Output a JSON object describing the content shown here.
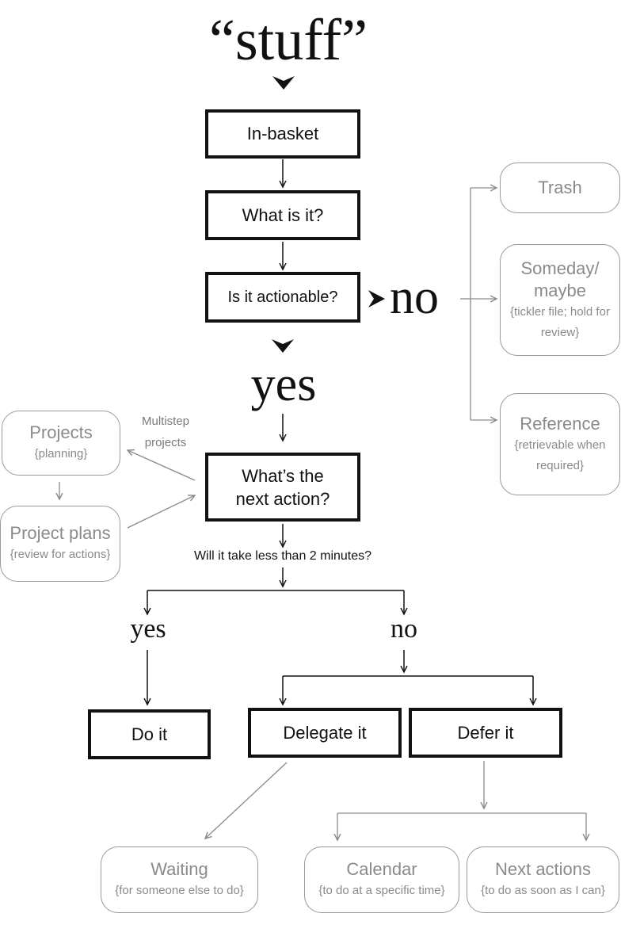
{
  "title": "“stuff”",
  "in_basket": "In-basket",
  "what_is_it": "What is it?",
  "is_actionable": "Is it actionable?",
  "no_word": "no",
  "yes_word": "yes",
  "nonactionable": {
    "trash": {
      "title": "Trash"
    },
    "someday": {
      "title": "Someday/ maybe",
      "sub": "{tickler file; hold for review}"
    },
    "reference": {
      "title": "Reference",
      "sub": "{retrievable when required}"
    }
  },
  "next_action": "What’s the next action?",
  "multistep_label": "Multistep projects",
  "projects": {
    "title": "Projects",
    "sub": "{planning}"
  },
  "project_plans": {
    "title": "Project plans",
    "sub": "{review for actions}"
  },
  "two_minutes_question": "Will it take less than 2 minutes?",
  "branch_yes": "yes",
  "branch_no": "no",
  "do_it": "Do it",
  "delegate_it": "Delegate it",
  "defer_it": "Defer it",
  "outcomes": {
    "waiting": {
      "title": "Waiting",
      "sub": "{for someone else to do}"
    },
    "calendar": {
      "title": "Calendar",
      "sub": "{to do at a specific time}"
    },
    "next_actions": {
      "title": "Next actions",
      "sub": "{to do as soon as I can}"
    }
  },
  "colors": {
    "primary": "#111111",
    "secondary": "#8a8a8a",
    "background": "#ffffff"
  }
}
